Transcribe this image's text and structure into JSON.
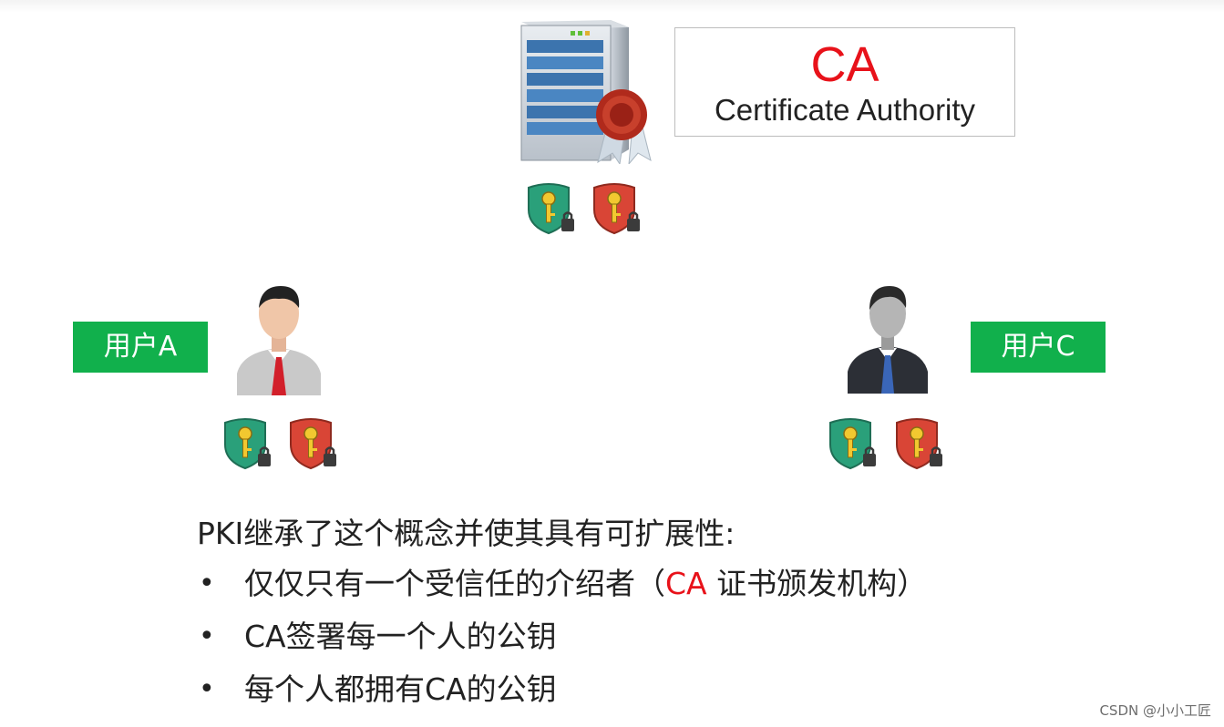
{
  "ca_box": {
    "title": "CA",
    "subtitle": "Certificate Authority"
  },
  "users": {
    "a": {
      "label": "用户A"
    },
    "c": {
      "label": "用户C"
    }
  },
  "icons": {
    "server": "server-icon",
    "seal": "certificate-seal-icon",
    "public_key": "green-key-shield-icon",
    "private_key": "red-key-shield-icon",
    "user": "person-icon"
  },
  "colors": {
    "ca_red": "#e8121a",
    "user_label_green": "#11b04c",
    "public_key_green": "#2aa07a",
    "private_key_red": "#d94536"
  },
  "text": {
    "intro": "PKI继承了这个概念并使其具有可扩展性:",
    "bullet_1_before": "仅仅只有一个受信任的介绍者（",
    "bullet_1_highlight": "CA",
    "bullet_1_after": " 证书颁发机构）",
    "bullet_2": "CA签署每一个人的公钥",
    "bullet_3": "每个人都拥有CA的公钥",
    "bullet_symbol": "•"
  },
  "watermark": "CSDN @小小工匠"
}
